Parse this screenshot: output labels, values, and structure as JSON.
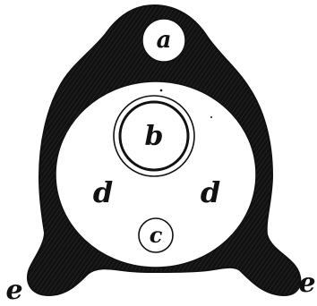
{
  "figure": {
    "labels": {
      "a": "a",
      "b": "b",
      "c": "c",
      "d_left": "d",
      "d_right": "d",
      "e_left": "e",
      "e_right": "e"
    }
  },
  "colors": {
    "ink": "#111111",
    "paper": "#ffffff"
  }
}
